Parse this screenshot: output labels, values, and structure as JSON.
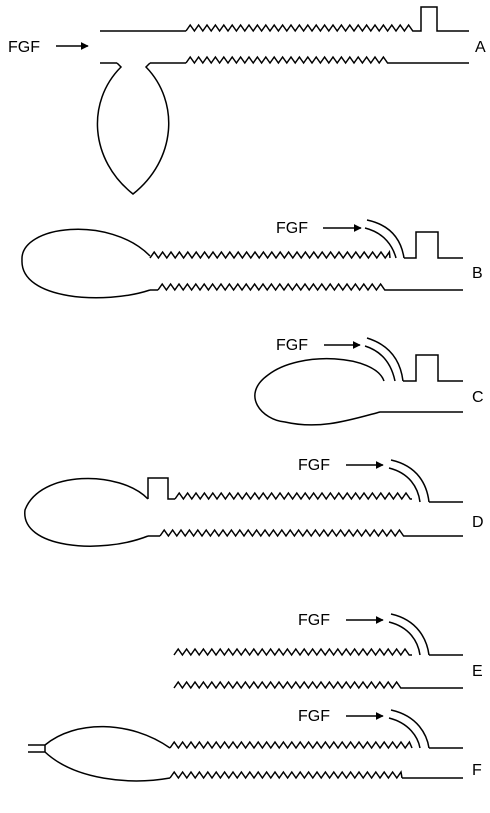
{
  "gas_label": "FGF",
  "figures": [
    {
      "id": "A",
      "label": "A"
    },
    {
      "id": "B",
      "label": "B"
    },
    {
      "id": "C",
      "label": "C"
    },
    {
      "id": "D",
      "label": "D"
    },
    {
      "id": "E",
      "label": "E"
    },
    {
      "id": "F",
      "label": "F"
    }
  ]
}
